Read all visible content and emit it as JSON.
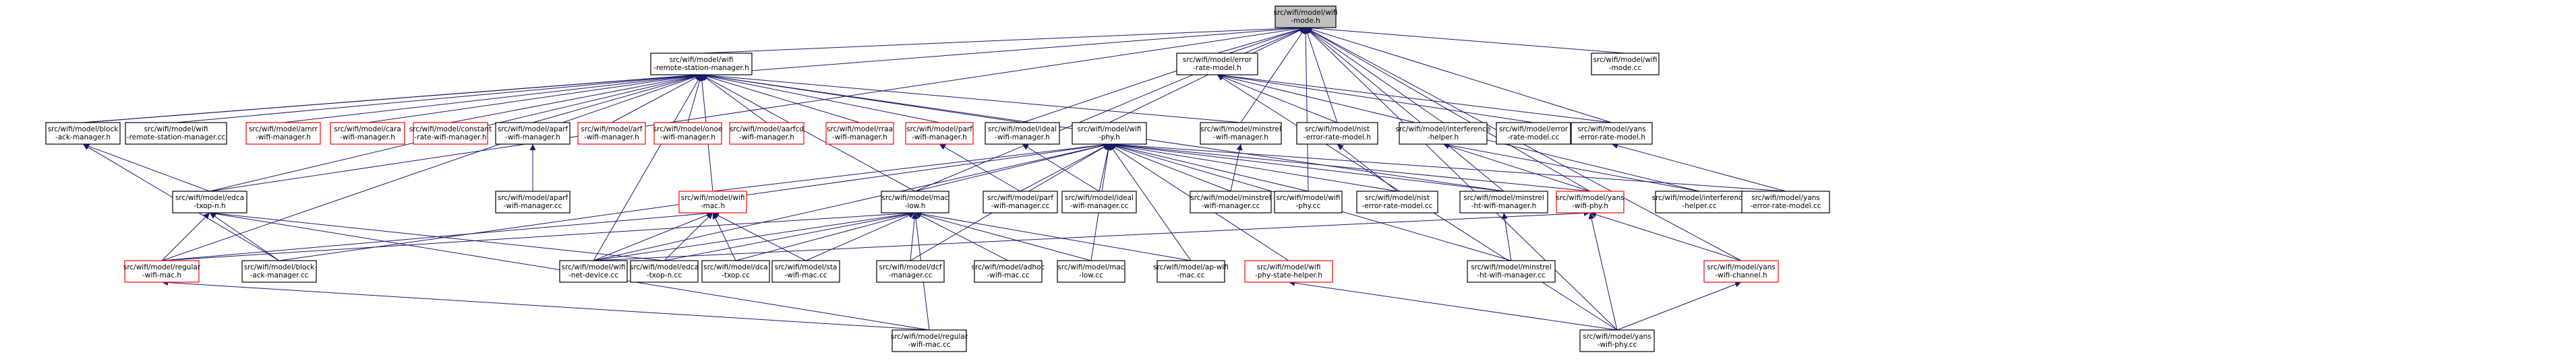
{
  "colors": {
    "background": "#ffffff",
    "node_fill": "#ffffff",
    "node_border_normal": "#000000",
    "node_border_red": "#ff0000",
    "root_fill": "#bfbfbf",
    "edge": "#191970"
  },
  "nodes": [
    {
      "id": "mode_h",
      "lines": [
        "src/wifi/model/wifi",
        "-mode.h"
      ],
      "style": "root"
    },
    {
      "id": "rsm_h",
      "lines": [
        "src/wifi/model/wifi",
        "-remote-station-manager.h"
      ],
      "style": "normal"
    },
    {
      "id": "err_h",
      "lines": [
        "src/wifi/model/error",
        "-rate-model.h"
      ],
      "style": "normal"
    },
    {
      "id": "mode_cc",
      "lines": [
        "src/wifi/model/wifi",
        "-mode.cc"
      ],
      "style": "normal"
    },
    {
      "id": "block_ack_mgr_h",
      "lines": [
        "src/wifi/model/block",
        "-ack-manager.h"
      ],
      "style": "normal"
    },
    {
      "id": "rsm_cc",
      "lines": [
        "src/wifi/model/wifi",
        "-remote-station-manager.cc"
      ],
      "style": "normal"
    },
    {
      "id": "amrr_h",
      "lines": [
        "src/wifi/model/amrr",
        "-wifi-manager.h"
      ],
      "style": "red"
    },
    {
      "id": "cara_h",
      "lines": [
        "src/wifi/model/cara",
        "-wifi-manager.h"
      ],
      "style": "red"
    },
    {
      "id": "const_h",
      "lines": [
        "src/wifi/model/constant",
        "-rate-wifi-manager.h"
      ],
      "style": "red"
    },
    {
      "id": "aparf_h",
      "lines": [
        "src/wifi/model/aparf",
        "-wifi-manager.h"
      ],
      "style": "normal"
    },
    {
      "id": "arf_h",
      "lines": [
        "src/wifi/model/arf",
        "-wifi-manager.h"
      ],
      "style": "red"
    },
    {
      "id": "onoe_h",
      "lines": [
        "src/wifi/model/onoe",
        "-wifi-manager.h"
      ],
      "style": "red"
    },
    {
      "id": "aarfcd_h",
      "lines": [
        "src/wifi/model/aarfcd",
        "-wifi-manager.h"
      ],
      "style": "red"
    },
    {
      "id": "rraa_h",
      "lines": [
        "src/wifi/model/rraa",
        "-wifi-manager.h"
      ],
      "style": "red"
    },
    {
      "id": "parf_h",
      "lines": [
        "src/wifi/model/parf",
        "-wifi-manager.h"
      ],
      "style": "red"
    },
    {
      "id": "ideal_h",
      "lines": [
        "src/wifi/model/ideal",
        "-wifi-manager.h"
      ],
      "style": "normal"
    },
    {
      "id": "phy_h",
      "lines": [
        "src/wifi/model/wifi",
        "-phy.h"
      ],
      "style": "normal"
    },
    {
      "id": "minstrel_h",
      "lines": [
        "src/wifi/model/minstrel",
        "-wifi-manager.h"
      ],
      "style": "normal"
    },
    {
      "id": "nist_h",
      "lines": [
        "src/wifi/model/nist",
        "-error-rate-model.h"
      ],
      "style": "normal"
    },
    {
      "id": "interf_h",
      "lines": [
        "src/wifi/model/interference",
        "-helper.h"
      ],
      "style": "normal"
    },
    {
      "id": "err_cc",
      "lines": [
        "src/wifi/model/error",
        "-rate-model.cc"
      ],
      "style": "normal"
    },
    {
      "id": "yans_err_h",
      "lines": [
        "src/wifi/model/yans",
        "-error-rate-model.h"
      ],
      "style": "normal"
    },
    {
      "id": "edca_h",
      "lines": [
        "src/wifi/model/edca",
        "-txop-n.h"
      ],
      "style": "normal"
    },
    {
      "id": "aparf_cc",
      "lines": [
        "src/wifi/model/aparf",
        "-wifi-manager.cc"
      ],
      "style": "normal"
    },
    {
      "id": "mac_h",
      "lines": [
        "src/wifi/model/wifi",
        "-mac.h"
      ],
      "style": "red"
    },
    {
      "id": "maclow_h",
      "lines": [
        "src/wifi/model/mac",
        "-low.h"
      ],
      "style": "normal"
    },
    {
      "id": "parf_cc",
      "lines": [
        "src/wifi/model/parf",
        "-wifi-manager.cc"
      ],
      "style": "normal"
    },
    {
      "id": "ideal_cc",
      "lines": [
        "src/wifi/model/ideal",
        "-wifi-manager.cc"
      ],
      "style": "normal"
    },
    {
      "id": "minstrel_cc",
      "lines": [
        "src/wifi/model/minstrel",
        "-wifi-manager.cc"
      ],
      "style": "normal"
    },
    {
      "id": "phy_cc",
      "lines": [
        "src/wifi/model/wifi",
        "-phy.cc"
      ],
      "style": "normal"
    },
    {
      "id": "nist_cc",
      "lines": [
        "src/wifi/model/nist",
        "-error-rate-model.cc"
      ],
      "style": "normal"
    },
    {
      "id": "minstrel_ht_h",
      "lines": [
        "src/wifi/model/minstrel",
        "-ht-wifi-manager.h"
      ],
      "style": "normal"
    },
    {
      "id": "yans_phy_h",
      "lines": [
        "src/wifi/model/yans",
        "-wifi-phy.h"
      ],
      "style": "red"
    },
    {
      "id": "interf_cc",
      "lines": [
        "src/wifi/model/interference",
        "-helper.cc"
      ],
      "style": "normal"
    },
    {
      "id": "yans_err_cc",
      "lines": [
        "src/wifi/model/yans",
        "-error-rate-model.cc"
      ],
      "style": "normal"
    },
    {
      "id": "regular_h",
      "lines": [
        "src/wifi/model/regular",
        "-wifi-mac.h"
      ],
      "style": "red"
    },
    {
      "id": "block_ack_cc",
      "lines": [
        "src/wifi/model/block",
        "-ack-manager.cc"
      ],
      "style": "normal"
    },
    {
      "id": "netdev_cc",
      "lines": [
        "src/wifi/model/wifi",
        "-net-device.cc"
      ],
      "style": "normal"
    },
    {
      "id": "edca_cc",
      "lines": [
        "src/wifi/model/edca",
        "-txop-n.cc"
      ],
      "style": "normal"
    },
    {
      "id": "dca_cc",
      "lines": [
        "src/wifi/model/dca",
        "-txop.cc"
      ],
      "style": "normal"
    },
    {
      "id": "sta_cc",
      "lines": [
        "src/wifi/model/sta",
        "-wifi-mac.cc"
      ],
      "style": "normal"
    },
    {
      "id": "dcf_cc",
      "lines": [
        "src/wifi/model/dcf",
        "-manager.cc"
      ],
      "style": "normal"
    },
    {
      "id": "adhoc_cc",
      "lines": [
        "src/wifi/model/adhoc",
        "-wifi-mac.cc"
      ],
      "style": "normal"
    },
    {
      "id": "maclow_cc",
      "lines": [
        "src/wifi/model/mac",
        "-low.cc"
      ],
      "style": "normal"
    },
    {
      "id": "ap_cc",
      "lines": [
        "src/wifi/model/ap-wifi",
        "-mac.cc"
      ],
      "style": "normal"
    },
    {
      "id": "phy_state_h",
      "lines": [
        "src/wifi/model/wifi",
        "-phy-state-helper.h"
      ],
      "style": "red"
    },
    {
      "id": "minstrel_ht_cc",
      "lines": [
        "src/wifi/model/minstrel",
        "-ht-wifi-manager.cc"
      ],
      "style": "normal"
    },
    {
      "id": "yans_chan_h",
      "lines": [
        "src/wifi/model/yans",
        "-wifi-channel.h"
      ],
      "style": "red"
    },
    {
      "id": "regular_cc",
      "lines": [
        "src/wifi/model/regular",
        "-wifi-mac.cc"
      ],
      "style": "normal"
    },
    {
      "id": "yans_phy_cc",
      "lines": [
        "src/wifi/model/yans",
        "-wifi-phy.cc"
      ],
      "style": "normal"
    }
  ],
  "edges": [
    [
      "rsm_h",
      "mode_h"
    ],
    [
      "err_h",
      "mode_h"
    ],
    [
      "mode_cc",
      "mode_h"
    ],
    [
      "block_ack_mgr_h",
      "mode_h"
    ],
    [
      "edca_h",
      "mode_h"
    ],
    [
      "maclow_h",
      "mode_h"
    ],
    [
      "ideal_h",
      "mode_h"
    ],
    [
      "phy_h",
      "mode_h"
    ],
    [
      "minstrel_h",
      "mode_h"
    ],
    [
      "nist_h",
      "mode_h"
    ],
    [
      "interf_h",
      "mode_h"
    ],
    [
      "yans_err_h",
      "mode_h"
    ],
    [
      "phy_cc",
      "mode_h"
    ],
    [
      "yans_phy_h",
      "mode_h"
    ],
    [
      "minstrel_ht_h",
      "mode_h"
    ],
    [
      "yans_chan_h",
      "mode_h"
    ],
    [
      "yans_phy_cc",
      "mode_h"
    ],
    [
      "block_ack_mgr_h",
      "rsm_h"
    ],
    [
      "rsm_cc",
      "rsm_h"
    ],
    [
      "amrr_h",
      "rsm_h"
    ],
    [
      "cara_h",
      "rsm_h"
    ],
    [
      "const_h",
      "rsm_h"
    ],
    [
      "aparf_h",
      "rsm_h"
    ],
    [
      "arf_h",
      "rsm_h"
    ],
    [
      "onoe_h",
      "rsm_h"
    ],
    [
      "aarfcd_h",
      "rsm_h"
    ],
    [
      "rraa_h",
      "rsm_h"
    ],
    [
      "parf_h",
      "rsm_h"
    ],
    [
      "ideal_h",
      "rsm_h"
    ],
    [
      "minstrel_h",
      "rsm_h"
    ],
    [
      "edca_h",
      "rsm_h"
    ],
    [
      "mac_h",
      "rsm_h"
    ],
    [
      "maclow_h",
      "rsm_h"
    ],
    [
      "minstrel_ht_h",
      "rsm_h"
    ],
    [
      "regular_h",
      "rsm_h"
    ],
    [
      "netdev_cc",
      "rsm_h"
    ],
    [
      "nist_h",
      "err_h"
    ],
    [
      "err_cc",
      "err_h"
    ],
    [
      "yans_err_h",
      "err_h"
    ],
    [
      "interf_cc",
      "err_h"
    ],
    [
      "yans_phy_cc",
      "err_h"
    ],
    [
      "edca_h",
      "block_ack_mgr_h"
    ],
    [
      "block_ack_cc",
      "block_ack_mgr_h"
    ],
    [
      "aparf_cc",
      "aparf_h"
    ],
    [
      "parf_cc",
      "parf_h"
    ],
    [
      "ideal_cc",
      "ideal_h"
    ],
    [
      "minstrel_cc",
      "minstrel_h"
    ],
    [
      "nist_cc",
      "nist_h"
    ],
    [
      "yans_err_cc",
      "yans_err_h"
    ],
    [
      "yans_phy_h",
      "interf_h"
    ],
    [
      "interf_cc",
      "interf_h"
    ],
    [
      "mac_h",
      "phy_h"
    ],
    [
      "maclow_h",
      "phy_h"
    ],
    [
      "parf_cc",
      "phy_h"
    ],
    [
      "ideal_cc",
      "phy_h"
    ],
    [
      "minstrel_cc",
      "phy_h"
    ],
    [
      "phy_cc",
      "phy_h"
    ],
    [
      "nist_cc",
      "phy_h"
    ],
    [
      "minstrel_ht_h",
      "phy_h"
    ],
    [
      "yans_phy_h",
      "phy_h"
    ],
    [
      "yans_err_cc",
      "phy_h"
    ],
    [
      "phy_state_h",
      "phy_h"
    ],
    [
      "netdev_cc",
      "phy_h"
    ],
    [
      "maclow_cc",
      "phy_h"
    ],
    [
      "ap_cc",
      "phy_h"
    ],
    [
      "dcf_cc",
      "phy_h"
    ],
    [
      "minstrel_ht_cc",
      "phy_h"
    ],
    [
      "block_ack_cc",
      "phy_h"
    ],
    [
      "regular_h",
      "edca_h"
    ],
    [
      "block_ack_cc",
      "edca_h"
    ],
    [
      "edca_cc",
      "edca_h"
    ],
    [
      "regular_cc",
      "edca_h"
    ],
    [
      "regular_h",
      "mac_h"
    ],
    [
      "netdev_cc",
      "mac_h"
    ],
    [
      "edca_cc",
      "mac_h"
    ],
    [
      "dca_cc",
      "mac_h"
    ],
    [
      "sta_cc",
      "mac_h"
    ],
    [
      "regular_h",
      "maclow_h"
    ],
    [
      "netdev_cc",
      "maclow_h"
    ],
    [
      "edca_cc",
      "maclow_h"
    ],
    [
      "dca_cc",
      "maclow_h"
    ],
    [
      "sta_cc",
      "maclow_h"
    ],
    [
      "dcf_cc",
      "maclow_h"
    ],
    [
      "adhoc_cc",
      "maclow_h"
    ],
    [
      "maclow_cc",
      "maclow_h"
    ],
    [
      "ap_cc",
      "maclow_h"
    ],
    [
      "regular_cc",
      "maclow_h"
    ],
    [
      "minstrel_ht_cc",
      "minstrel_ht_h"
    ],
    [
      "yans_chan_h",
      "yans_phy_h"
    ],
    [
      "yans_phy_cc",
      "yans_phy_h"
    ],
    [
      "netdev_cc",
      "yans_phy_h"
    ],
    [
      "regular_cc",
      "regular_h"
    ],
    [
      "yans_phy_cc",
      "phy_state_h"
    ],
    [
      "yans_phy_cc",
      "yans_chan_h"
    ]
  ]
}
